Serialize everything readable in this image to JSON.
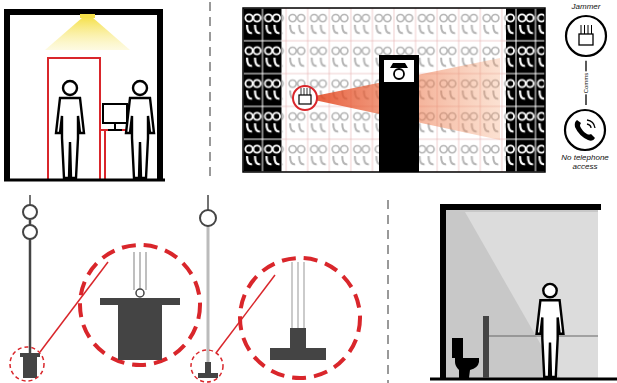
{
  "diagram": {
    "nodes": [
      {
        "text": [
          "Jammer"
        ]
      },
      {
        "text": [
          "No telephone access"
        ]
      }
    ],
    "edges": [
      {
        "from": 0,
        "to": 1,
        "arrow": "none",
        "label": "Comms"
      }
    ]
  }
}
